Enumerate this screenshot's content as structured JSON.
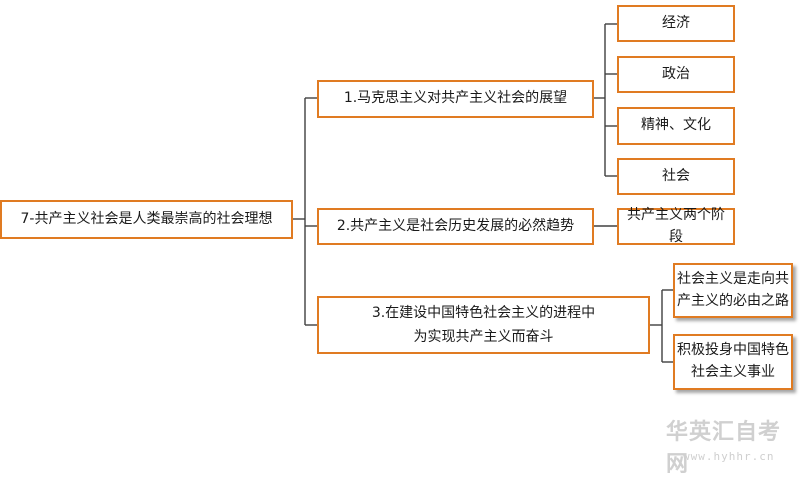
{
  "root": {
    "label": "7-共产主义社会是人类最崇高的社会理想"
  },
  "branches": [
    {
      "label": "1.马克思主义对共产主义社会的展望",
      "children": [
        "经济",
        "政治",
        "精神、文化",
        "社会"
      ]
    },
    {
      "label": "2.共产主义是社会历史发展的必然趋势",
      "children": [
        "共产主义两个阶段"
      ]
    },
    {
      "label_line1": "3.在建设中国特色社会主义的进程中",
      "label_line2": "为实现共产主义而奋斗",
      "children": [
        {
          "line1": "社会主义是走向共",
          "line2": "产主义的必由之路"
        },
        {
          "line1": "积极投身中国特色",
          "line2": "社会主义事业"
        }
      ]
    }
  ],
  "watermark": {
    "logo": "华英汇自考网",
    "url": "www.hyhhr.cn"
  },
  "colors": {
    "accent": "#e07b22",
    "line": "#404040"
  }
}
